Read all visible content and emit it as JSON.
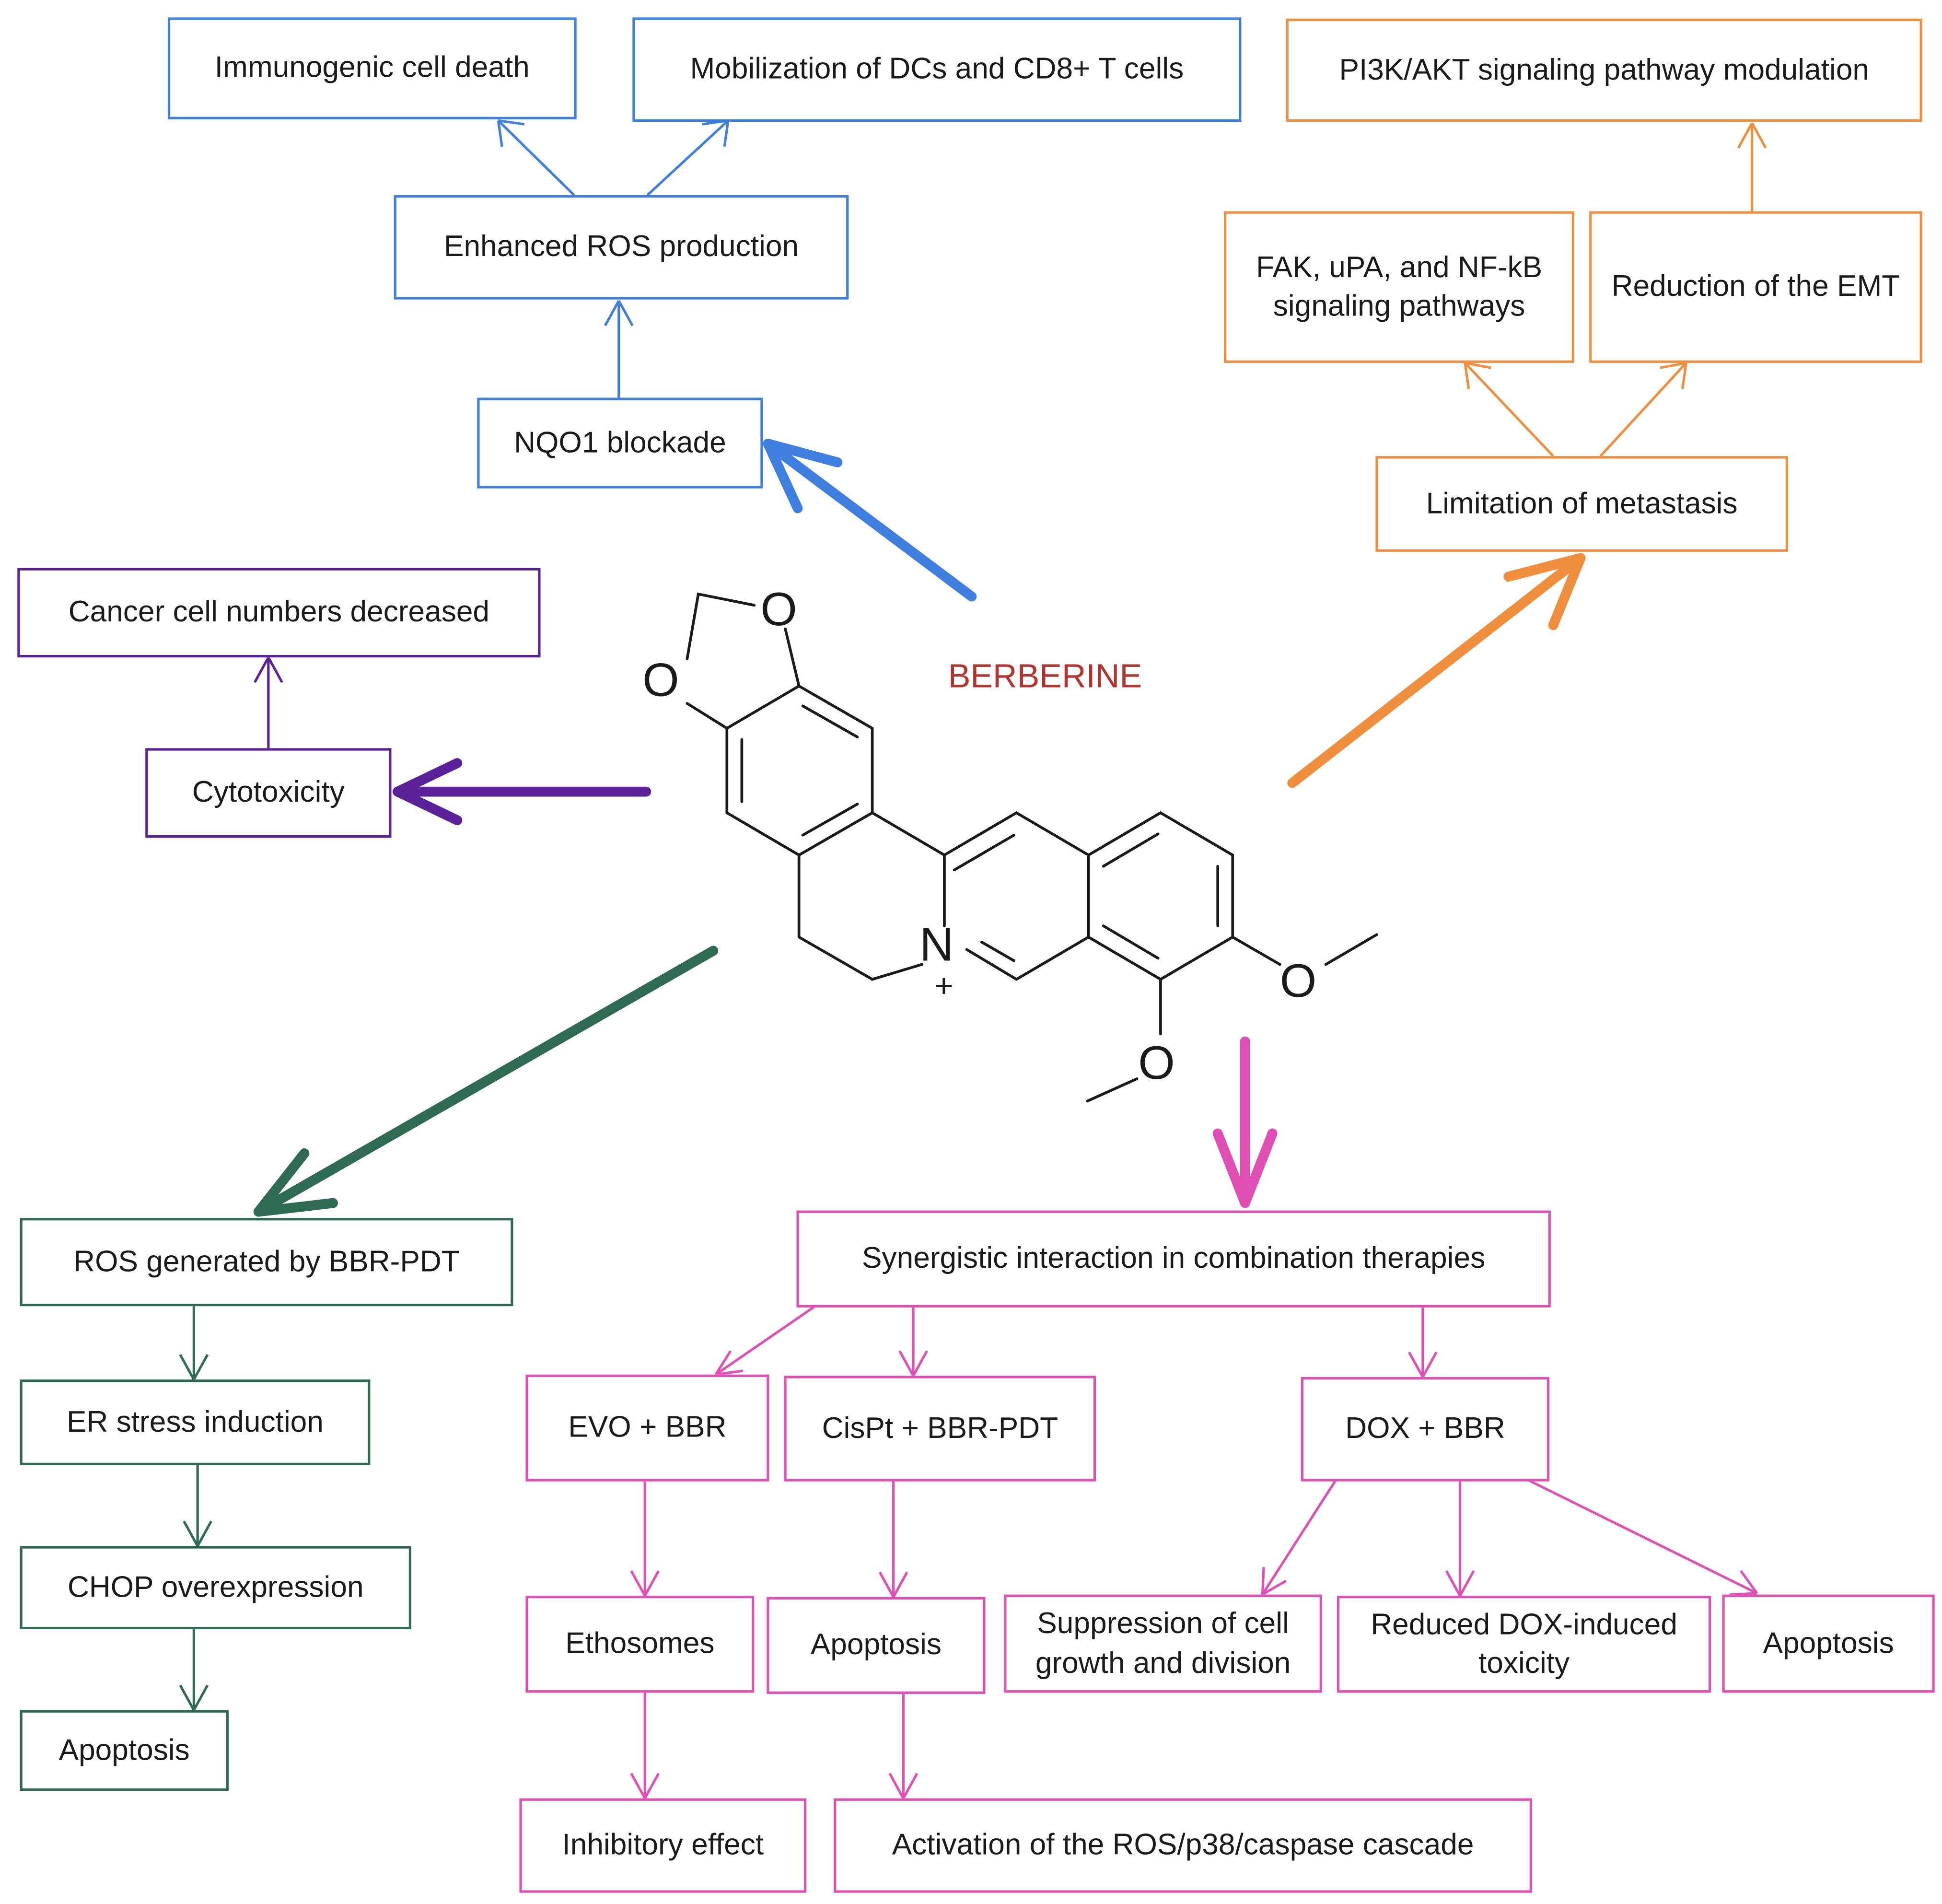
{
  "molecule": {
    "name": "BERBERINE",
    "atoms": {
      "o": "O",
      "n": "N",
      "charge": "+"
    }
  },
  "colors": {
    "blue": "#3f7fe0",
    "orange": "#ef8f3d",
    "purple": "#5a2199",
    "green": "#2f6b52",
    "pink": "#e04fb3",
    "label_red": "#b3332f"
  },
  "nodes": {
    "immunogenic": "Immunogenic cell death",
    "mobilization": "Mobilization of DCs and CD8+ T cells",
    "ros_production": "Enhanced ROS production",
    "nqo1": "NQO1 blockade",
    "pi3k": "PI3K/AKT signaling pathway modulation",
    "fak_line1": "FAK, uPA, and NF-kB",
    "fak_line2": "signaling pathways",
    "emt": "Reduction of the EMT",
    "metastasis": "Limitation of metastasis",
    "cancer_cells": "Cancer cell numbers decreased",
    "cytotoxicity": "Cytotoxicity",
    "ros_bbr_pdt": "ROS generated by BBR-PDT",
    "er_stress": "ER stress induction",
    "chop": "CHOP overexpression",
    "apoptosis_green": "Apoptosis",
    "synergistic": "Synergistic interaction in combination therapies",
    "evo": "EVO + BBR",
    "cispt": "CisPt + BBR-PDT",
    "dox": "DOX + BBR",
    "ethosomes": "Ethosomes",
    "apoptosis_cispt": "Apoptosis",
    "suppression_line1": "Suppression of cell",
    "suppression_line2": "growth and division",
    "reduced_line1": "Reduced DOX-induced",
    "reduced_line2": "toxicity",
    "apoptosis_dox": "Apoptosis",
    "inhibitory": "Inhibitory effect",
    "activation": "Activation of the ROS/p38/caspase cascade"
  }
}
